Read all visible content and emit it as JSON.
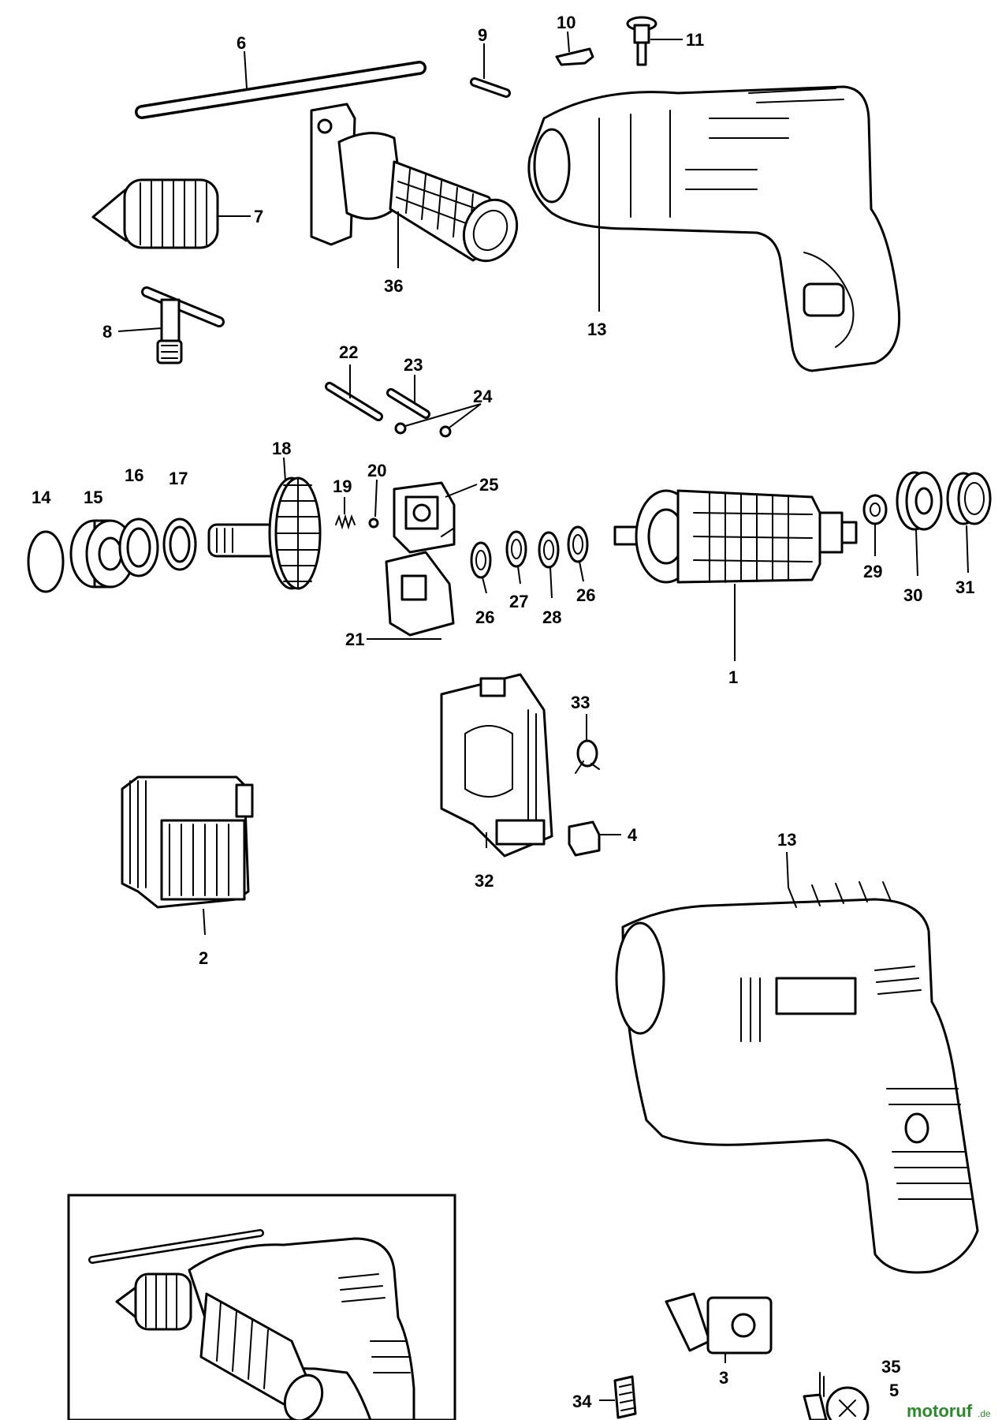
{
  "diagram": {
    "part_labels": {
      "p1": "1",
      "p2": "2",
      "p3": "3",
      "p4": "4",
      "p5": "5",
      "p6": "6",
      "p7": "7",
      "p8": "8",
      "p9": "9",
      "p10": "10",
      "p11": "11",
      "p13a": "13",
      "p13b": "13",
      "p14": "14",
      "p15": "15",
      "p16": "16",
      "p17": "17",
      "p18": "18",
      "p19": "19",
      "p20": "20",
      "p21": "21",
      "p22": "22",
      "p23": "23",
      "p24": "24",
      "p25": "25",
      "p26a": "26",
      "p26b": "26",
      "p27": "27",
      "p28": "28",
      "p29": "29",
      "p30": "30",
      "p31": "31",
      "p32": "32",
      "p33": "33",
      "p34": "34",
      "p35": "35",
      "p36": "36"
    },
    "watermark": {
      "brand": "motoruf",
      "suffix": ".de"
    }
  }
}
